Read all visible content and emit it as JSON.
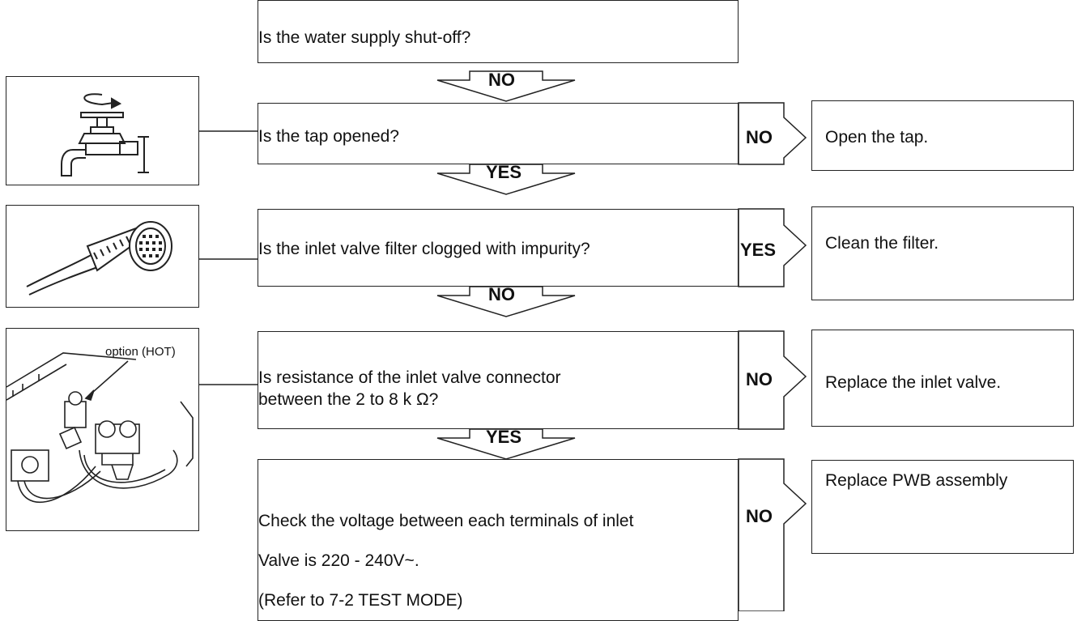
{
  "steps": {
    "q1": "Is the water supply shut-off?",
    "q2": "Is the tap opened?",
    "q3": "Is the inlet valve filter clogged with impurity?",
    "q4_line1": "Is resistance of the inlet valve connector",
    "q4_line2": "between the 2 to 8 k Ω?",
    "q5_line1": "Check the voltage between each terminals of inlet",
    "q5_line2": "Valve is 220 - 240V~.",
    "q5_line3": "(Refer to 7-2 TEST MODE)"
  },
  "down_labels": {
    "d1": "NO",
    "d2": "YES",
    "d3": "NO",
    "d4": "YES"
  },
  "side_labels": {
    "s1": "NO",
    "s2": "YES",
    "s3": "NO",
    "s4": "NO"
  },
  "actions": {
    "a1": "Open the tap.",
    "a2": "Clean the filter.",
    "a3": "Replace the inlet valve.",
    "a4": "Replace PWB assembly"
  },
  "illustrations": {
    "tap": "tap-icon",
    "brush": "brush-filter-icon",
    "valve": "inlet-valve-icon",
    "valve_label": "option (HOT)"
  }
}
